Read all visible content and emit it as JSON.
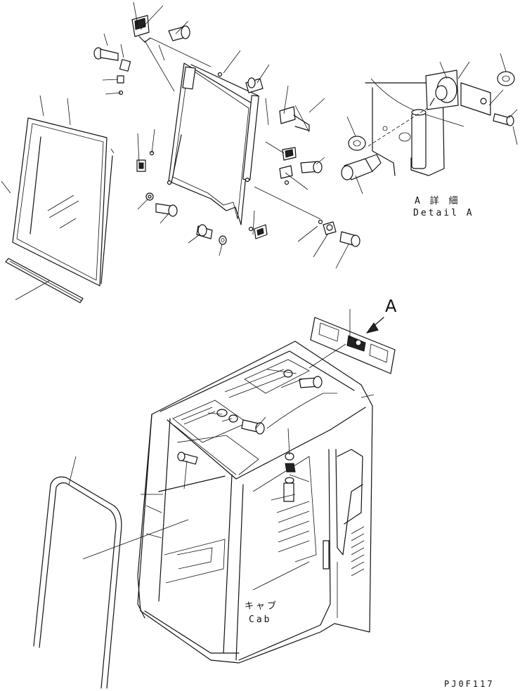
{
  "labels": {
    "detail_jp": "A 詳 細",
    "detail_en": "Detail A",
    "view_letter": "A",
    "cab_jp": "キャブ",
    "cab_en": "Cab",
    "drawing_code": "PJ0F117"
  }
}
